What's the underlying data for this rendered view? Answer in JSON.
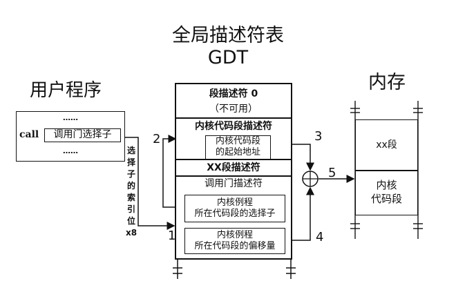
{
  "gdt_title": {
    "line1": "全局描述符表",
    "line2": "GDT"
  },
  "user_program": {
    "title": "用户程序",
    "dots_top": "……",
    "call_keyword": "call",
    "call_operand": "调用门选择子",
    "dots_bottom": "……"
  },
  "selector_note": [
    "选",
    "择",
    "子",
    "的",
    "索",
    "引",
    "位",
    "x8"
  ],
  "gdt_rows": {
    "desc0_line1": "段描述符 0",
    "desc0_line2": "（不可用）",
    "kernel_code_desc": "内核代码段描述符",
    "kernel_code_base_line1": "内核代码段",
    "kernel_code_base_line2": "的起始地址",
    "xx_desc": "XX段描述符",
    "call_gate_desc": "调用门描述符",
    "gate_selector_line1": "内核例程",
    "gate_selector_line2": "所在代码段的选择子",
    "gate_offset_line1": "内核例程",
    "gate_offset_line2": "所在代码段的偏移量"
  },
  "memory": {
    "title": "内存",
    "xx_segment": "xx段",
    "kernel_code_line1": "内核",
    "kernel_code_line2": "代码段"
  },
  "adder_symbol": "⊕",
  "step_labels": {
    "s1": "1",
    "s2": "2",
    "s3": "3",
    "s4": "4",
    "s5": "5"
  }
}
